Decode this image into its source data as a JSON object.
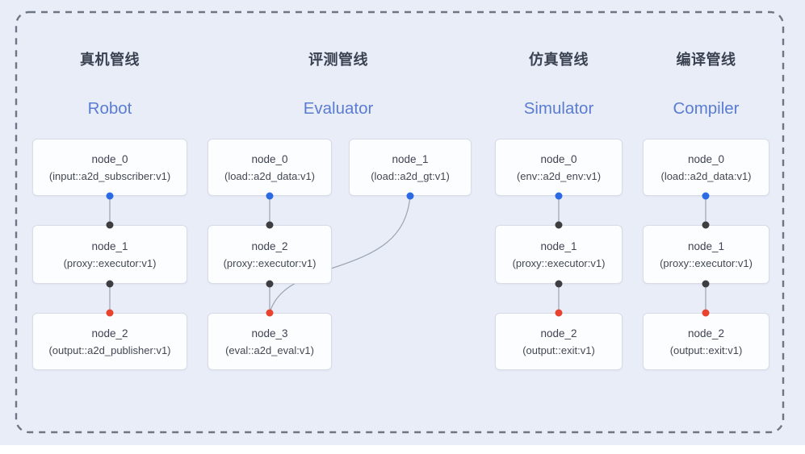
{
  "diagram": {
    "pipelines": [
      {
        "title": "真机管线",
        "subtitle": "Robot",
        "nodes": [
          {
            "name": "node_0",
            "type": "(input::a2d_subscriber:v1)"
          },
          {
            "name": "node_1",
            "type": "(proxy::executor:v1)"
          },
          {
            "name": "node_2",
            "type": "(output::a2d_publisher:v1)"
          }
        ]
      },
      {
        "title": "评测管线",
        "subtitle": "Evaluator",
        "nodes": [
          {
            "name": "node_0",
            "type": "(load::a2d_data:v1)"
          },
          {
            "name": "node_1",
            "type": "(load::a2d_gt:v1)"
          },
          {
            "name": "node_2",
            "type": "(proxy::executor:v1)"
          },
          {
            "name": "node_3",
            "type": "(eval::a2d_eval:v1)"
          }
        ]
      },
      {
        "title": "仿真管线",
        "subtitle": "Simulator",
        "nodes": [
          {
            "name": "node_0",
            "type": "(env::a2d_env:v1)"
          },
          {
            "name": "node_1",
            "type": "(proxy::executor:v1)"
          },
          {
            "name": "node_2",
            "type": "(output::exit:v1)"
          }
        ]
      },
      {
        "title": "编译管线",
        "subtitle": "Compiler",
        "nodes": [
          {
            "name": "node_0",
            "type": "(load::a2d_data:v1)"
          },
          {
            "name": "node_1",
            "type": "(proxy::executor:v1)"
          },
          {
            "name": "node_2",
            "type": "(output::exit:v1)"
          }
        ]
      }
    ],
    "colors": {
      "background": "#e9edf8",
      "frame_dash": "#6e7684",
      "title_dark": "#3a4150",
      "subtitle_blue": "#5a7cd1",
      "node_fill": "#fcfdff",
      "node_border": "#d8dce6",
      "edge_gray": "#9aa4b2",
      "port_source_blue": "#2b6ae3",
      "port_mid_dark": "#3e3e40",
      "port_sink_red": "#e8432f"
    }
  }
}
